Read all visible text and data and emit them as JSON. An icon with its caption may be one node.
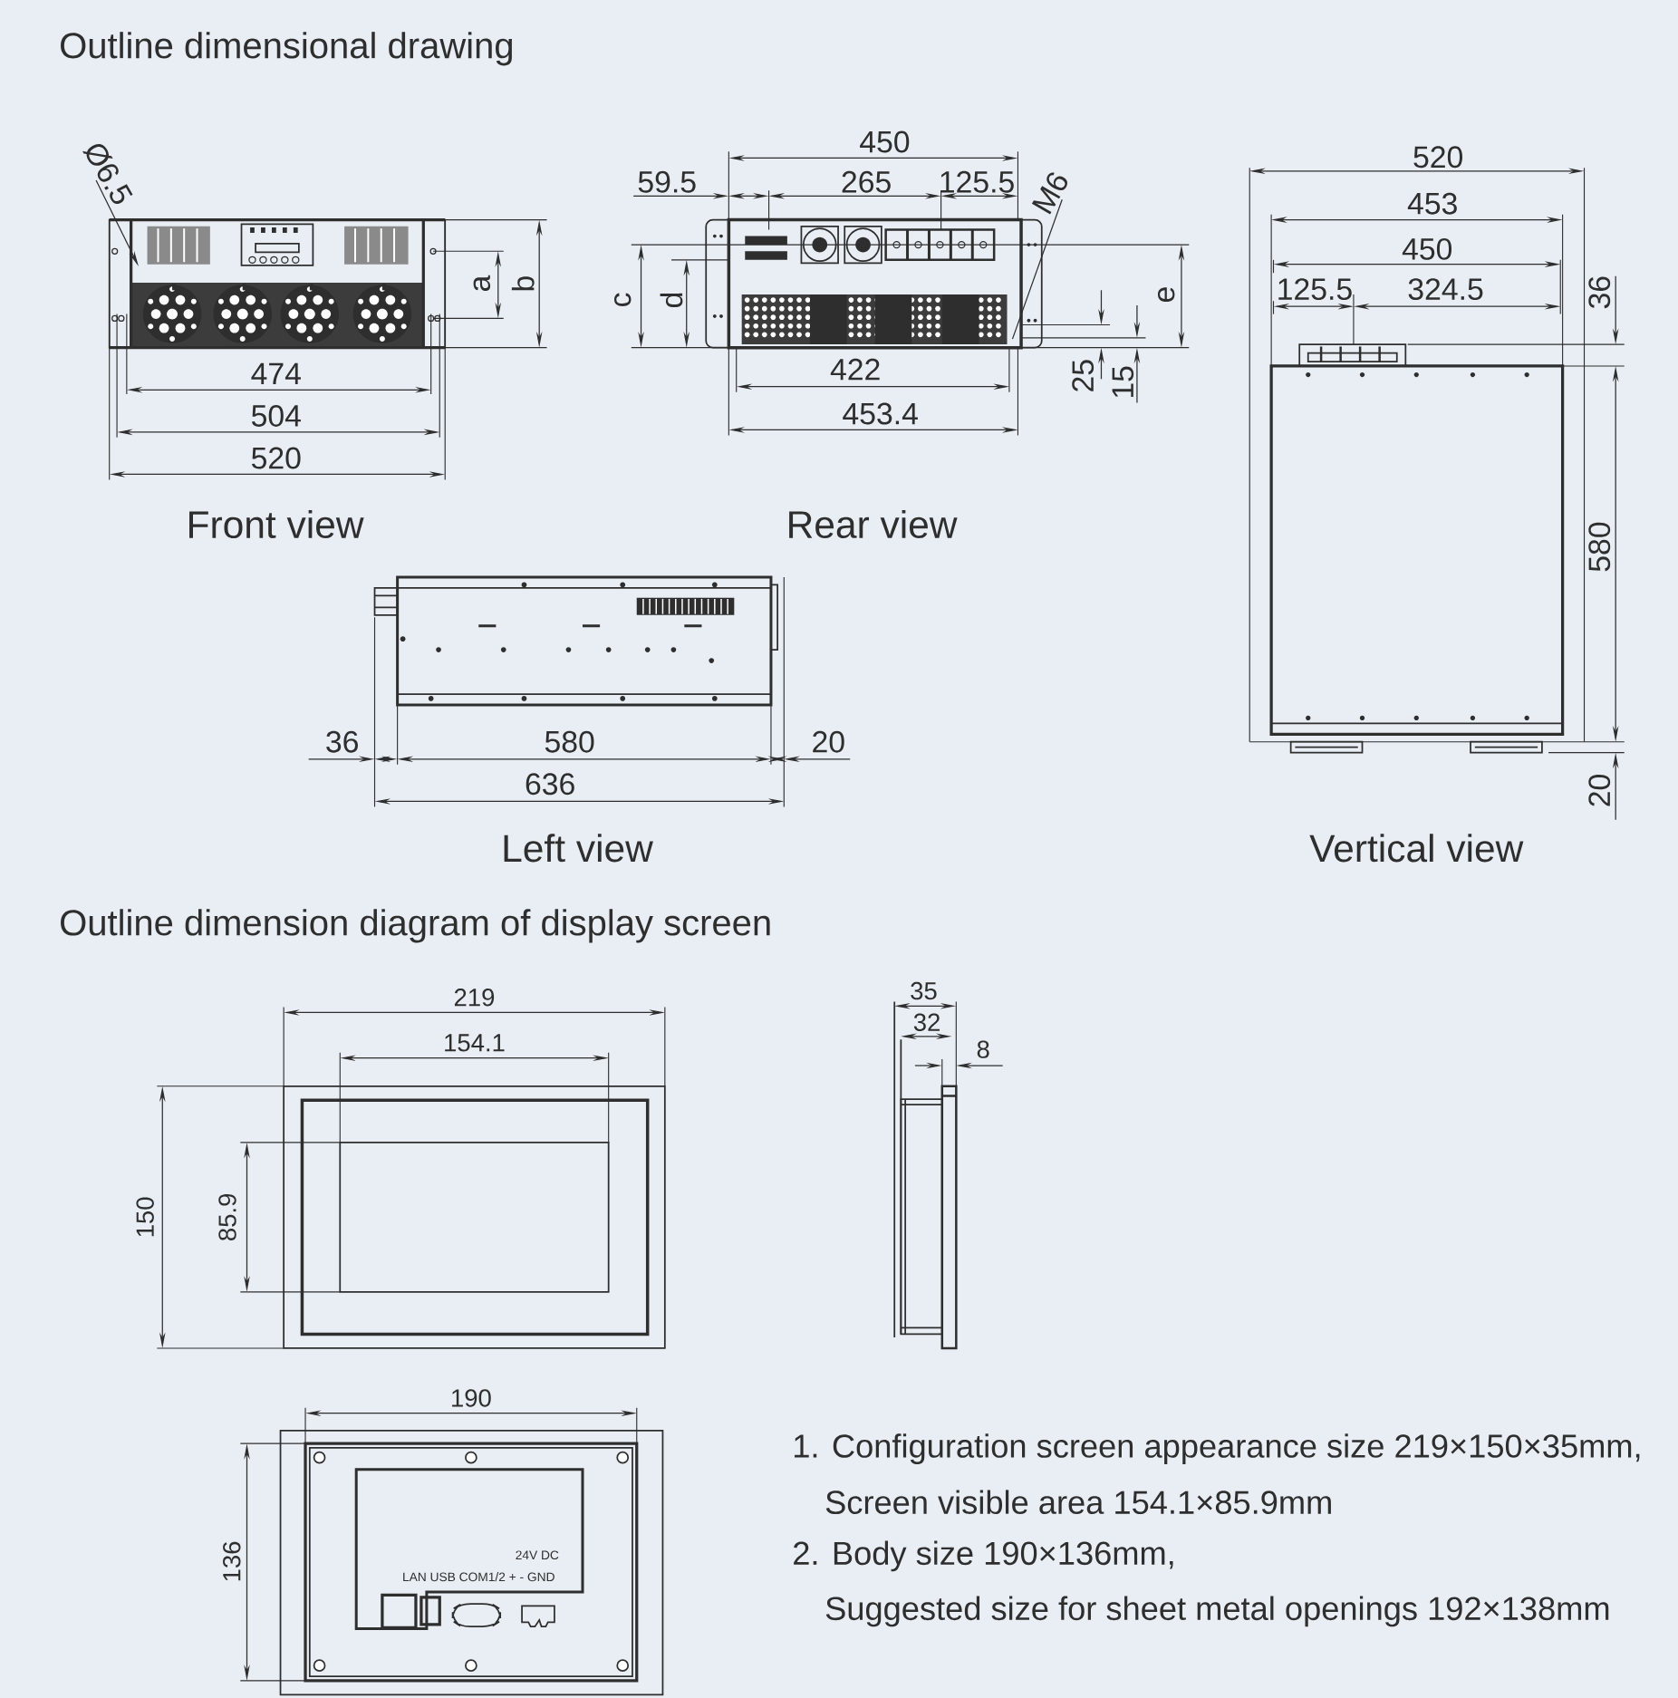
{
  "diagram": {
    "title": "Outline dimensional drawing",
    "nodes": [
      {
        "text": [
          "Ø6.5"
        ]
      },
      {
        "text": [
          "M6"
        ]
      }
    ],
    "edges": [
      {
        "from": 0,
        "to": null,
        "arrow": "to"
      },
      {
        "from": 1,
        "to": null,
        "arrow": "none"
      }
    ],
    "labels": [
      "450",
      "520",
      "59.5",
      "265",
      "125.5",
      "453",
      "450",
      "a",
      "b",
      "c",
      "d",
      "e",
      "125.5",
      "324.5",
      "36",
      "474",
      "422",
      "25",
      "15",
      "504",
      "453.4",
      "520",
      "Front view",
      "Rear view",
      "580",
      "36",
      "580",
      "20",
      "636",
      "20",
      "Left view",
      "Vertical view",
      "Outline dimension diagram of display screen",
      "219",
      "35",
      "32",
      "154.1",
      "8",
      "150",
      "85.9",
      "190",
      "136",
      "24V DC",
      "LAN USB COM1/2 + - GND",
      "1. Configuration screen appearance size 219×150×35mm,",
      "Screen visible area 154.1×85.9mm",
      "2. Body size 190×136mm,",
      "Suggested size for sheet metal openings 192×138mm"
    ]
  }
}
